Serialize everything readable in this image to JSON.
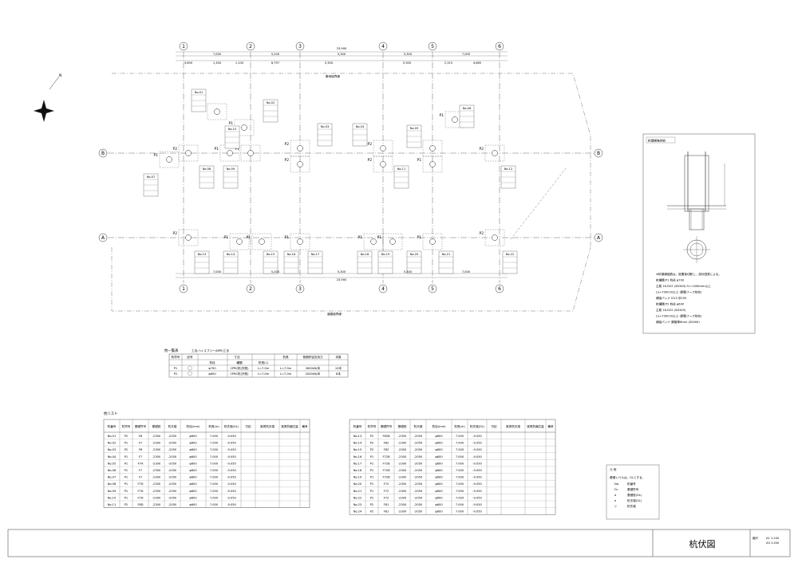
{
  "drawing": {
    "title": "杭伏図",
    "scale_label": "縮尺",
    "scale_a1": "A1 1:100",
    "scale_a3": "A3 1:200",
    "overall_dim": "23,900",
    "top_dims": [
      "7,000",
      "5,200",
      "5,300",
      "5,300",
      "7,000"
    ],
    "bottom_dims": [
      "7,000",
      "5,200",
      "5,300",
      "5,300",
      "7,000"
    ],
    "top_sub_dims": [
      "3,600",
      "1,300",
      "1,100",
      "6,797",
      "5,300",
      "5,300",
      "2,315",
      "4,685"
    ],
    "boundary_top": "敷地境界線",
    "boundary_bottom": "道路境界線",
    "north_label": "N",
    "col_axes": [
      "1",
      "2",
      "3",
      "4",
      "5",
      "6"
    ],
    "row_axes": [
      "B",
      "A"
    ],
    "pile_labels": [
      "P1",
      "P2"
    ],
    "pile_tag_prefix": "No."
  },
  "detail_box": {
    "title": "杭頭補強詳細",
    "note_lines": [
      "※杭頭補強筋は、設置後切断し、設計図書による。",
      "杭種類:P1  杭径 φ700",
      "   主筋 16-D22 (SD345) ℓ1=1000mm以上",
      "   L2=700mm以上 (鋼管フープ有効)",
      "   補強バンド D13 @150",
      "杭種類:P2  杭径 φ600",
      "   主筋 16-D22 (SD345)",
      "   L2=700mm以上 (鋼管フープ有効)",
      "   補強バンド 鋼管厚6mm (SS400)"
    ]
  },
  "pile_summary": {
    "title": "杭一覧表",
    "subtitle": "工法:ハイスブリー(NPR)工法",
    "headers": [
      "杭符号",
      "記号",
      "寸法",
      "",
      "",
      "杭長",
      "長期許容支持力",
      "本数"
    ],
    "subheaders": [
      "",
      "",
      "杭径",
      "種類",
      "杭長(L)",
      "",
      "",
      ""
    ],
    "rows": [
      {
        "code": "P1",
        "diam": "φ700",
        "type": "CPRC杭(外殻)",
        "len": "L=7.0m",
        "support": "L=7.0m",
        "cap": "2600kN/本",
        "count": "10本"
      },
      {
        "code": "P2",
        "diam": "φ600",
        "type": "CPRC杭(外殻)",
        "len": "L=7.0m",
        "support": "L=7.0m",
        "cap": "2000kN/本",
        "count": "8本"
      }
    ]
  },
  "pile_list": {
    "title": "杭リスト",
    "headers": [
      "杭番号",
      "杭符号",
      "基礎符号",
      "基礎底",
      "杭天端",
      "杭径(mm)",
      "杭長(m)",
      "杭先端(GL)",
      "付記",
      "実測杭天端",
      "実測杭偏芯量",
      "備考"
    ],
    "left_rows": [
      [
        "No.01",
        "P2",
        "F8",
        "-2300",
        "-2050",
        "φ600",
        "7.000",
        "-9.050"
      ],
      [
        "No.02",
        "P1",
        "F7",
        "-2300",
        "-2050",
        "φ600",
        "7.000",
        "-9.050"
      ],
      [
        "No.03",
        "P2",
        "F8",
        "-2300",
        "-2050",
        "φ600",
        "7.000",
        "-9.050"
      ],
      [
        "No.04",
        "P1",
        "F7",
        "-2300",
        "-2050",
        "φ600",
        "7.000",
        "-9.050"
      ],
      [
        "No.05",
        "P1",
        "F7A",
        "-2300",
        "-2050",
        "φ600",
        "7.000",
        "-9.050"
      ],
      [
        "No.06",
        "P1",
        "F7",
        "-2300",
        "-2050",
        "φ600",
        "7.000",
        "-9.050"
      ],
      [
        "No.07",
        "P1",
        "F7",
        "-2300",
        "-2050",
        "φ600",
        "7.000",
        "-9.050"
      ],
      [
        "No.08",
        "P1",
        "F7D",
        "-2300",
        "-2050",
        "φ600",
        "7.000",
        "-9.050"
      ],
      [
        "No.09",
        "P1",
        "F7D",
        "-2300",
        "-2050",
        "φ600",
        "7.000",
        "-9.050"
      ],
      [
        "No.10",
        "P1",
        "F7D",
        "-2300",
        "-2050",
        "φ600",
        "7.000",
        "-9.050"
      ],
      [
        "No.11",
        "P2",
        "F8D",
        "-2300",
        "-2050",
        "φ600",
        "7.000",
        "-9.050"
      ]
    ],
    "right_rows": [
      [
        "No.13",
        "P2",
        "F82B",
        "-2300",
        "-2050",
        "φ600",
        "7.000",
        "-9.050"
      ],
      [
        "No.14",
        "P2",
        "F82",
        "-2300",
        "-2050",
        "φ600",
        "7.000",
        "-9.050"
      ],
      [
        "No.15",
        "P2",
        "F82",
        "-2300",
        "-2050",
        "φ600",
        "7.000",
        "-9.050"
      ],
      [
        "No.16",
        "P1",
        "F72B",
        "-2300",
        "-2050",
        "φ600",
        "7.000",
        "-9.050"
      ],
      [
        "No.17",
        "P1",
        "F72B",
        "-2300",
        "-2050",
        "φ600",
        "7.000",
        "-9.050"
      ],
      [
        "No.18",
        "P1",
        "F72B",
        "-2300",
        "-2050",
        "φ600",
        "7.000",
        "-9.050"
      ],
      [
        "No.19",
        "P1",
        "F72B",
        "-2300",
        "-2050",
        "φ600",
        "7.000",
        "-9.050"
      ],
      [
        "No.20",
        "P1",
        "F72",
        "-2300",
        "-2050",
        "φ600",
        "7.000",
        "-9.050"
      ],
      [
        "No.21",
        "P1",
        "F72",
        "-2300",
        "-2050",
        "φ600",
        "7.000",
        "-9.050"
      ],
      [
        "No.22",
        "P1",
        "F72",
        "-2300",
        "-2050",
        "φ600",
        "7.000",
        "-9.050"
      ],
      [
        "No.23",
        "P2",
        "F81",
        "-2300",
        "-2050",
        "φ600",
        "7.000",
        "-9.050"
      ],
      [
        "No.24",
        "P2",
        "F81",
        "-2300",
        "-2050",
        "φ600",
        "7.000",
        "-9.050"
      ]
    ]
  },
  "legend": {
    "title": "凡 例",
    "intro": "基礎レベルは、GLとする。",
    "items": [
      "杭番号",
      "基礎符号",
      "基礎底(GL)",
      "杭天端(GL)",
      "杭先端"
    ],
    "marks": [
      "No.",
      "Fn",
      "a",
      "e",
      "▽"
    ]
  }
}
